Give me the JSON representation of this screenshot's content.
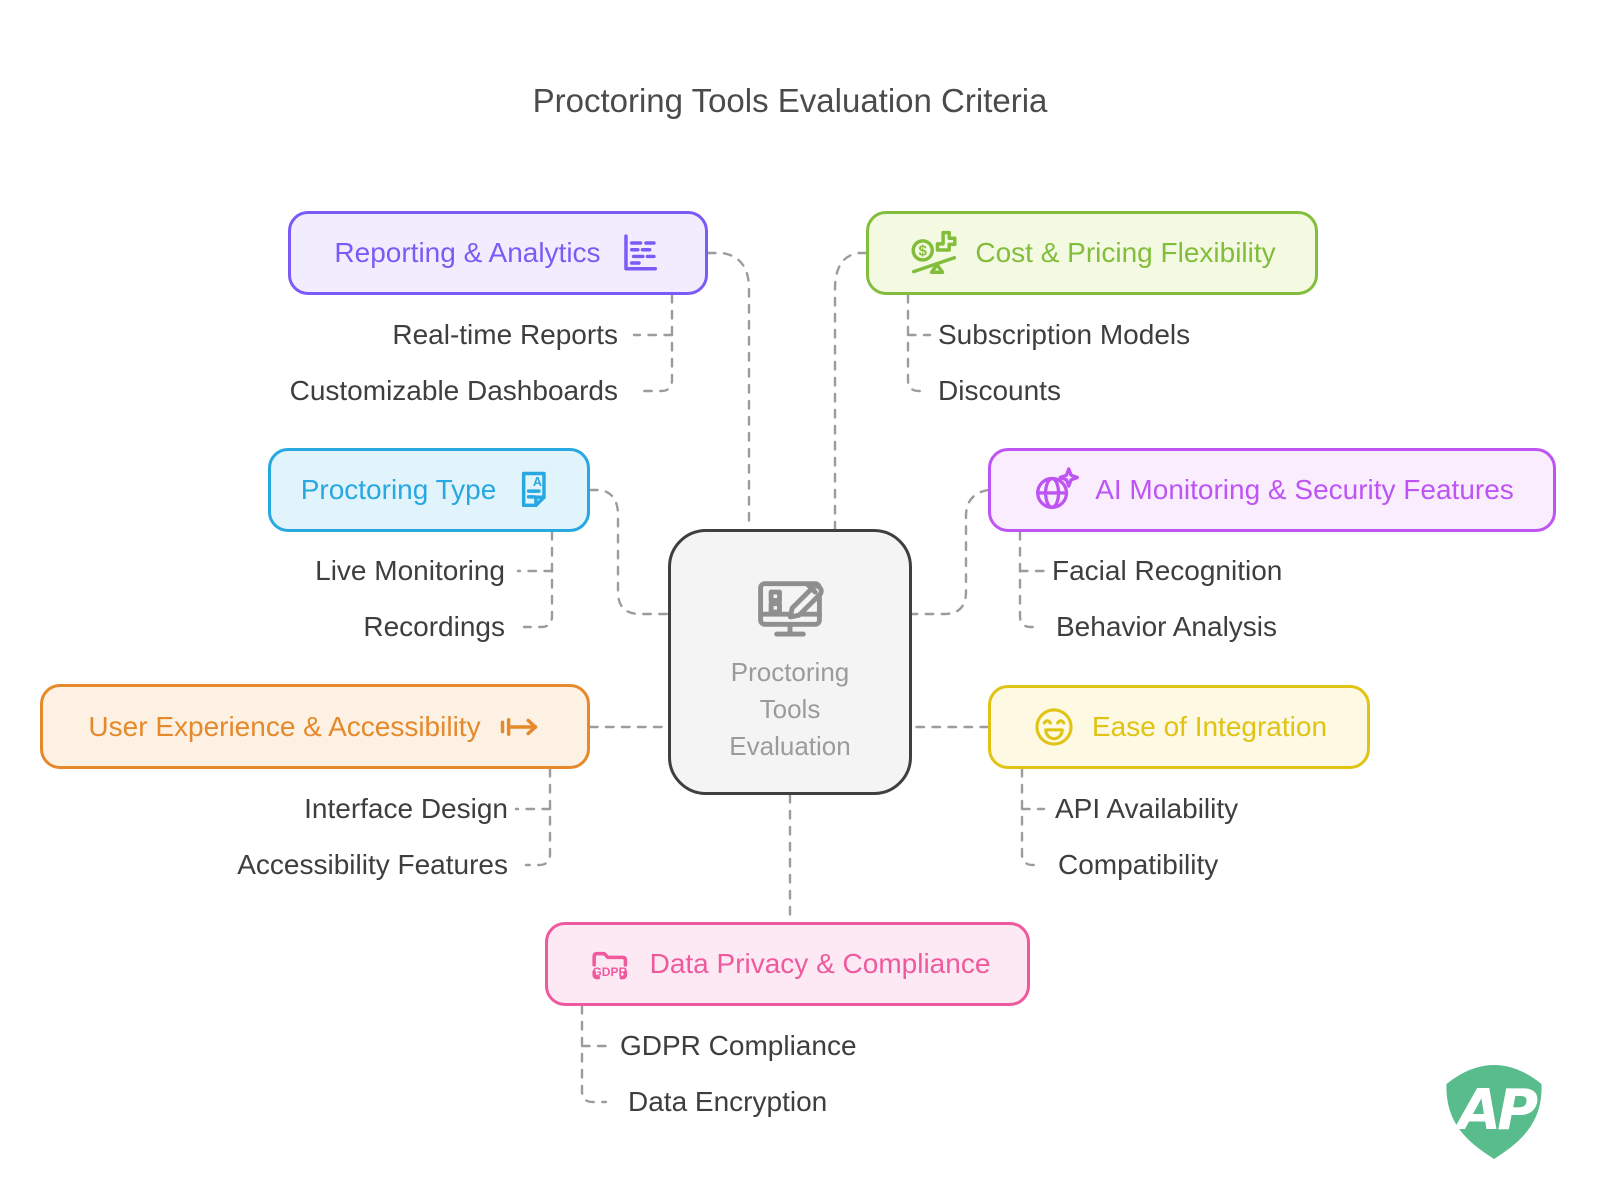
{
  "title": "Proctoring Tools Evaluation Criteria",
  "center": {
    "label": "Proctoring\nTools\nEvaluation"
  },
  "connector_color": "#9C9C9C",
  "branches": [
    {
      "label": "Reporting & Analytics",
      "color": "#7C5AF5",
      "fill": "#F1EDFE",
      "children": [
        "Real-time Reports",
        "Customizable Dashboards"
      ]
    },
    {
      "label": "Cost & Pricing Flexibility",
      "color": "#82BE3C",
      "fill": "#F3FAE1",
      "children": [
        "Subscription Models",
        "Discounts"
      ]
    },
    {
      "label": "Proctoring Type",
      "color": "#27A8E0",
      "fill": "#E1F3FB",
      "children": [
        "Live Monitoring",
        "Recordings"
      ]
    },
    {
      "label": "AI Monitoring & Security Features",
      "color": "#BE54F4",
      "fill": "#FAEEFE",
      "children": [
        "Facial Recognition",
        "Behavior Analysis"
      ]
    },
    {
      "label": "User Experience & Accessibility",
      "color": "#E5892B",
      "fill": "#FDF1E3",
      "children": [
        "Interface Design",
        "Accessibility Features"
      ]
    },
    {
      "label": "Ease of Integration",
      "color": "#E0C313",
      "fill": "#FDF9E2",
      "children": [
        "API Availability",
        "Compatibility"
      ]
    },
    {
      "label": "Data Privacy & Compliance",
      "color": "#EF5A9E",
      "fill": "#FDE9F3",
      "children": [
        "GDPR Compliance",
        "Data Encryption"
      ]
    }
  ],
  "icon_glyphs": {
    "dollar": "$",
    "doc_letter": "A",
    "gdpr": "GDPR"
  },
  "logo": {
    "letters": "AP",
    "color": "#58BC8C"
  }
}
